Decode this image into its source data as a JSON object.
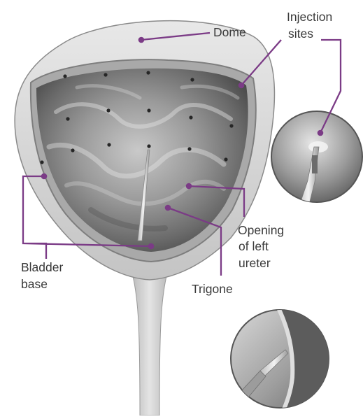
{
  "labels": {
    "dome": "Dome",
    "injection_line1": "Injection",
    "injection_line2": "sites",
    "opening_line1": "Opening",
    "opening_line2": "of left",
    "opening_line3": "ureter",
    "bladder_line1": "Bladder",
    "bladder_line2": "base",
    "trigone": "Trigone"
  },
  "colors": {
    "leader": "#7b3b86",
    "label_text": "#3a3a3a",
    "outer_wall": "#dcdcdc",
    "inner_wall": "#6f6f6f",
    "background": "#ffffff"
  }
}
